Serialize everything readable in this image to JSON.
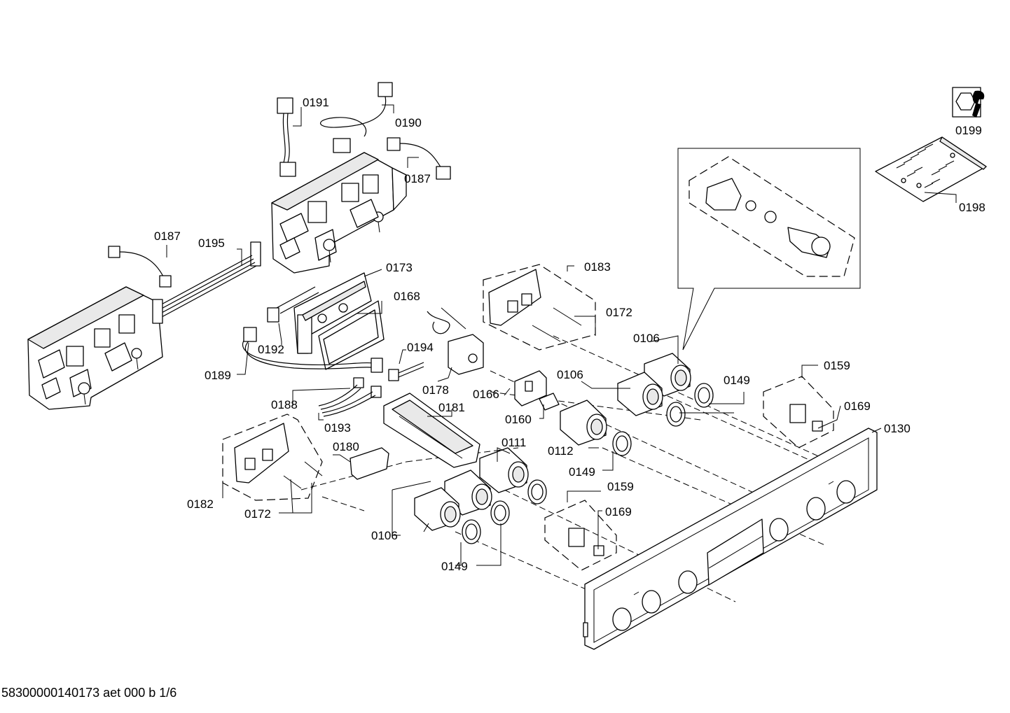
{
  "footer": {
    "document_code": "58300000140173 aet 000 b 1/6"
  },
  "labels": [
    {
      "id": "lbl-0191",
      "text": "0191"
    },
    {
      "id": "lbl-0190",
      "text": "0190"
    },
    {
      "id": "lbl-0187a",
      "text": "0187"
    },
    {
      "id": "lbl-0187b",
      "text": "0187"
    },
    {
      "id": "lbl-0195",
      "text": "0195"
    },
    {
      "id": "lbl-0173",
      "text": "0173"
    },
    {
      "id": "lbl-0168",
      "text": "0168"
    },
    {
      "id": "lbl-0192",
      "text": "0192"
    },
    {
      "id": "lbl-0189",
      "text": "0189"
    },
    {
      "id": "lbl-0194",
      "text": "0194"
    },
    {
      "id": "lbl-0178",
      "text": "0178"
    },
    {
      "id": "lbl-0166",
      "text": "0166"
    },
    {
      "id": "lbl-0188",
      "text": "0188"
    },
    {
      "id": "lbl-0193",
      "text": "0193"
    },
    {
      "id": "lbl-0181",
      "text": "0181"
    },
    {
      "id": "lbl-0160",
      "text": "0160"
    },
    {
      "id": "lbl-0180",
      "text": "0180"
    },
    {
      "id": "lbl-0182",
      "text": "0182"
    },
    {
      "id": "lbl-0172a",
      "text": "0172"
    },
    {
      "id": "lbl-0172b",
      "text": "0172"
    },
    {
      "id": "lbl-0183",
      "text": "0183"
    },
    {
      "id": "lbl-0106a",
      "text": "0106"
    },
    {
      "id": "lbl-0106b",
      "text": "0106"
    },
    {
      "id": "lbl-0106c",
      "text": "0106"
    },
    {
      "id": "lbl-0149a",
      "text": "0149"
    },
    {
      "id": "lbl-0149b",
      "text": "0149"
    },
    {
      "id": "lbl-0149c",
      "text": "0149"
    },
    {
      "id": "lbl-0111",
      "text": "0111"
    },
    {
      "id": "lbl-0112",
      "text": "0112"
    },
    {
      "id": "lbl-0159a",
      "text": "0159"
    },
    {
      "id": "lbl-0159b",
      "text": "0159"
    },
    {
      "id": "lbl-0169a",
      "text": "0169"
    },
    {
      "id": "lbl-0169b",
      "text": "0169"
    },
    {
      "id": "lbl-0130",
      "text": "0130"
    },
    {
      "id": "lbl-0199",
      "text": "0199"
    },
    {
      "id": "lbl-0198",
      "text": "0198"
    }
  ]
}
